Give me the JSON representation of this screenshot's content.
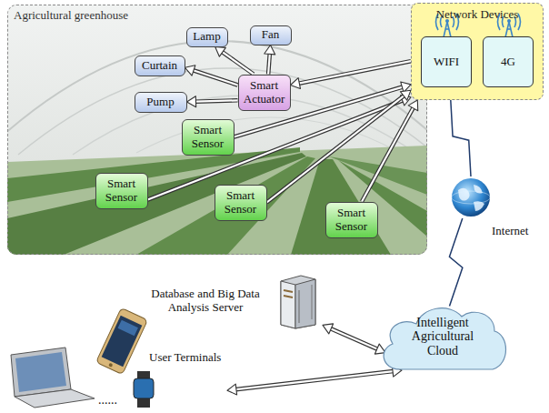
{
  "diagram": {
    "nodes": [
      {
        "text": [
          "Agricultural greenhouse"
        ]
      },
      {
        "text": [
          "Lamp"
        ],
        "in": 0
      },
      {
        "text": [
          "Fan"
        ],
        "in": 0
      },
      {
        "text": [
          "Curtain"
        ],
        "in": 0
      },
      {
        "text": [
          "Pump"
        ],
        "in": 0
      },
      {
        "text": [
          "Smart Actuator"
        ],
        "in": 0
      },
      {
        "text": [
          "Smart Sensor"
        ],
        "in": 0
      },
      {
        "text": [
          "Smart Sensor"
        ],
        "in": 0
      },
      {
        "text": [
          "Smart Sensor"
        ],
        "in": 0
      },
      {
        "text": [
          "Smart Sensor"
        ],
        "in": 0
      },
      {
        "text": [
          "Network Devices"
        ]
      },
      {
        "text": [
          "WIFI"
        ],
        "in": 10
      },
      {
        "text": [
          "4G"
        ],
        "in": 10
      },
      {
        "text": [
          "Internet"
        ]
      },
      {
        "text": [
          "Database and Big Data Analysis Server"
        ]
      },
      {
        "text": [
          "Intelligent Agricultural Cloud"
        ]
      },
      {
        "text": [
          "User Terminals"
        ]
      }
    ],
    "edges": [
      {
        "from": 5,
        "to": 1,
        "arrow": "to"
      },
      {
        "from": 5,
        "to": 2,
        "arrow": "to"
      },
      {
        "from": 5,
        "to": 3,
        "arrow": "to"
      },
      {
        "from": 5,
        "to": 4,
        "arrow": "to"
      },
      {
        "from": 10,
        "to": 5,
        "arrow": "to"
      },
      {
        "from": 6,
        "to": 10,
        "arrow": "to"
      },
      {
        "from": 7,
        "to": 10,
        "arrow": "to"
      },
      {
        "from": 8,
        "to": 10,
        "arrow": "to"
      },
      {
        "from": 9,
        "to": 10,
        "arrow": "to"
      },
      {
        "from": 10,
        "to": 13,
        "arrow": "none"
      },
      {
        "from": 13,
        "to": 15,
        "arrow": "none"
      },
      {
        "from": 14,
        "to": 15,
        "arrow": "both"
      },
      {
        "from": 16,
        "to": 15,
        "arrow": "both"
      }
    ],
    "labels": [
      "......"
    ]
  }
}
